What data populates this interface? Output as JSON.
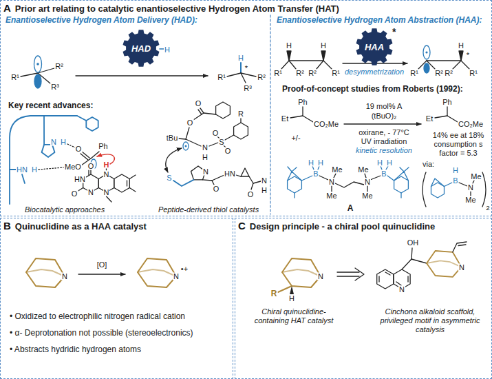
{
  "diagram": {
    "nodes": [
      {
        "text": [
          "A",
          "Prior art relating to catalytic enantioselective Hydrogen Atom Transfer (HAT)"
        ]
      },
      {
        "text": [
          "HAD"
        ],
        "in": 0
      },
      {
        "text": [
          "HAA",
          "*"
        ],
        "in": 0
      },
      {
        "text": [
          "B",
          "Quinuclidine as a HAA catalyst"
        ]
      },
      {
        "text": [
          "C",
          "Design principle - a chiral pool quinuclidine"
        ]
      }
    ],
    "labels": [
      "Enantioselective Hydrogen Atom Delivery (HAD):",
      "R¹",
      "R²",
      "R³",
      "H",
      "H",
      "R¹",
      "*",
      "R²",
      "R³",
      "Key recent advances:",
      "N",
      "H",
      "Ph",
      "O",
      "MeO",
      "HN",
      "H",
      "O",
      "HN",
      "O",
      "N",
      "N",
      "H",
      "N",
      "Biocatalytic approaches",
      "tBu",
      "O",
      "O",
      "N",
      "H",
      "S",
      "O",
      "O",
      "R",
      "S",
      "N",
      "O",
      "HN",
      "O",
      "N",
      "H",
      "Peptide-derived thiol catalysts",
      "Enantioselective Hydrogen Atom Abstraction (HAA):",
      "H",
      "H",
      "R¹",
      "R²",
      "R²",
      "R¹",
      "desymmetrization",
      "H",
      "*",
      "R¹",
      "R²",
      "R²",
      "R¹",
      "Proof-of-concept studies from Roberts (1992):",
      "Ph",
      "Et",
      "CO₂Me",
      "+/-",
      "19 mol% A",
      "(tBuO)₂",
      "oxirane, - 77°C",
      "UV irradiation",
      "kinetic resolution",
      "Ph",
      "Et",
      "CO₂Me",
      "14% ee at 18% consumption s factor = 5.3",
      "H",
      "H",
      "B",
      "N",
      "Me",
      "Me",
      "N",
      "Me",
      "Me",
      "B",
      "H",
      "H",
      "A",
      "via:",
      "H",
      "B",
      "N",
      "Me",
      "Me",
      "2",
      "N",
      "[O]",
      "N",
      "•+",
      "• Oxidized to electrophilic nitrogen radical cation",
      "• α- Deprotonation not possible (stereoelectronics)",
      "• Abstracts hydridic hydrogen atoms",
      "R",
      "H",
      "N",
      "Chiral quinuclidine-containing HAT catalyst",
      "OH",
      "N",
      "N",
      "Cinchona alkaloid scaffold, privileged motif in asymmetric catalysis"
    ]
  }
}
